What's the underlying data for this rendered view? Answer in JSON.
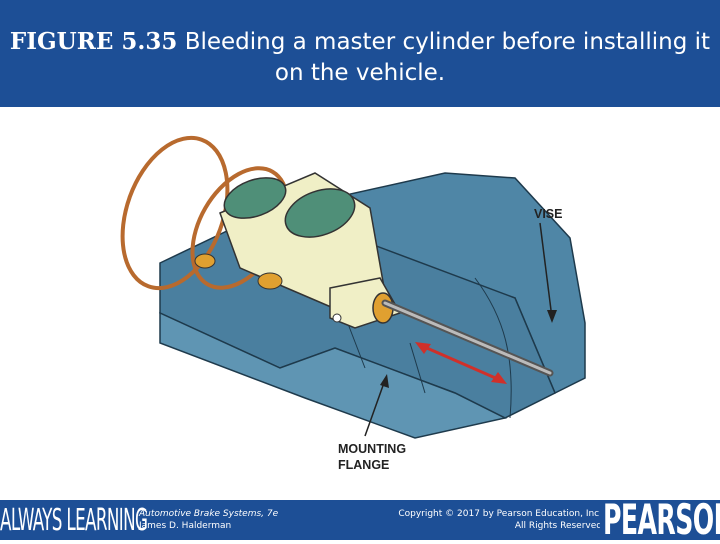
{
  "header": {
    "figure_number": "FIGURE 5.35",
    "caption": " Bleeding a master cylinder before installing it on the vehicle."
  },
  "figure": {
    "label_vise": "VISE",
    "label_mounting_1": "MOUNTING",
    "label_mounting_2": "FLANGE"
  },
  "footer": {
    "slogan": "ALWAYS LEARNING",
    "book_title": "Automotive Brake Systems, 7e",
    "author": "James D. Halderman",
    "copyright_line1": "Copyright © 2017 by Pearson Education, Inc.",
    "copyright_line2": "All Rights Reserved",
    "brand": "PEARSON"
  },
  "colors": {
    "header_bg": "#1d4f96",
    "vise": "#4f86a6",
    "cylinder": "#f0efc6",
    "reservoir_fluid": "#4f8f78",
    "tubing": "#b86a2e",
    "arrow": "#d0302a"
  }
}
